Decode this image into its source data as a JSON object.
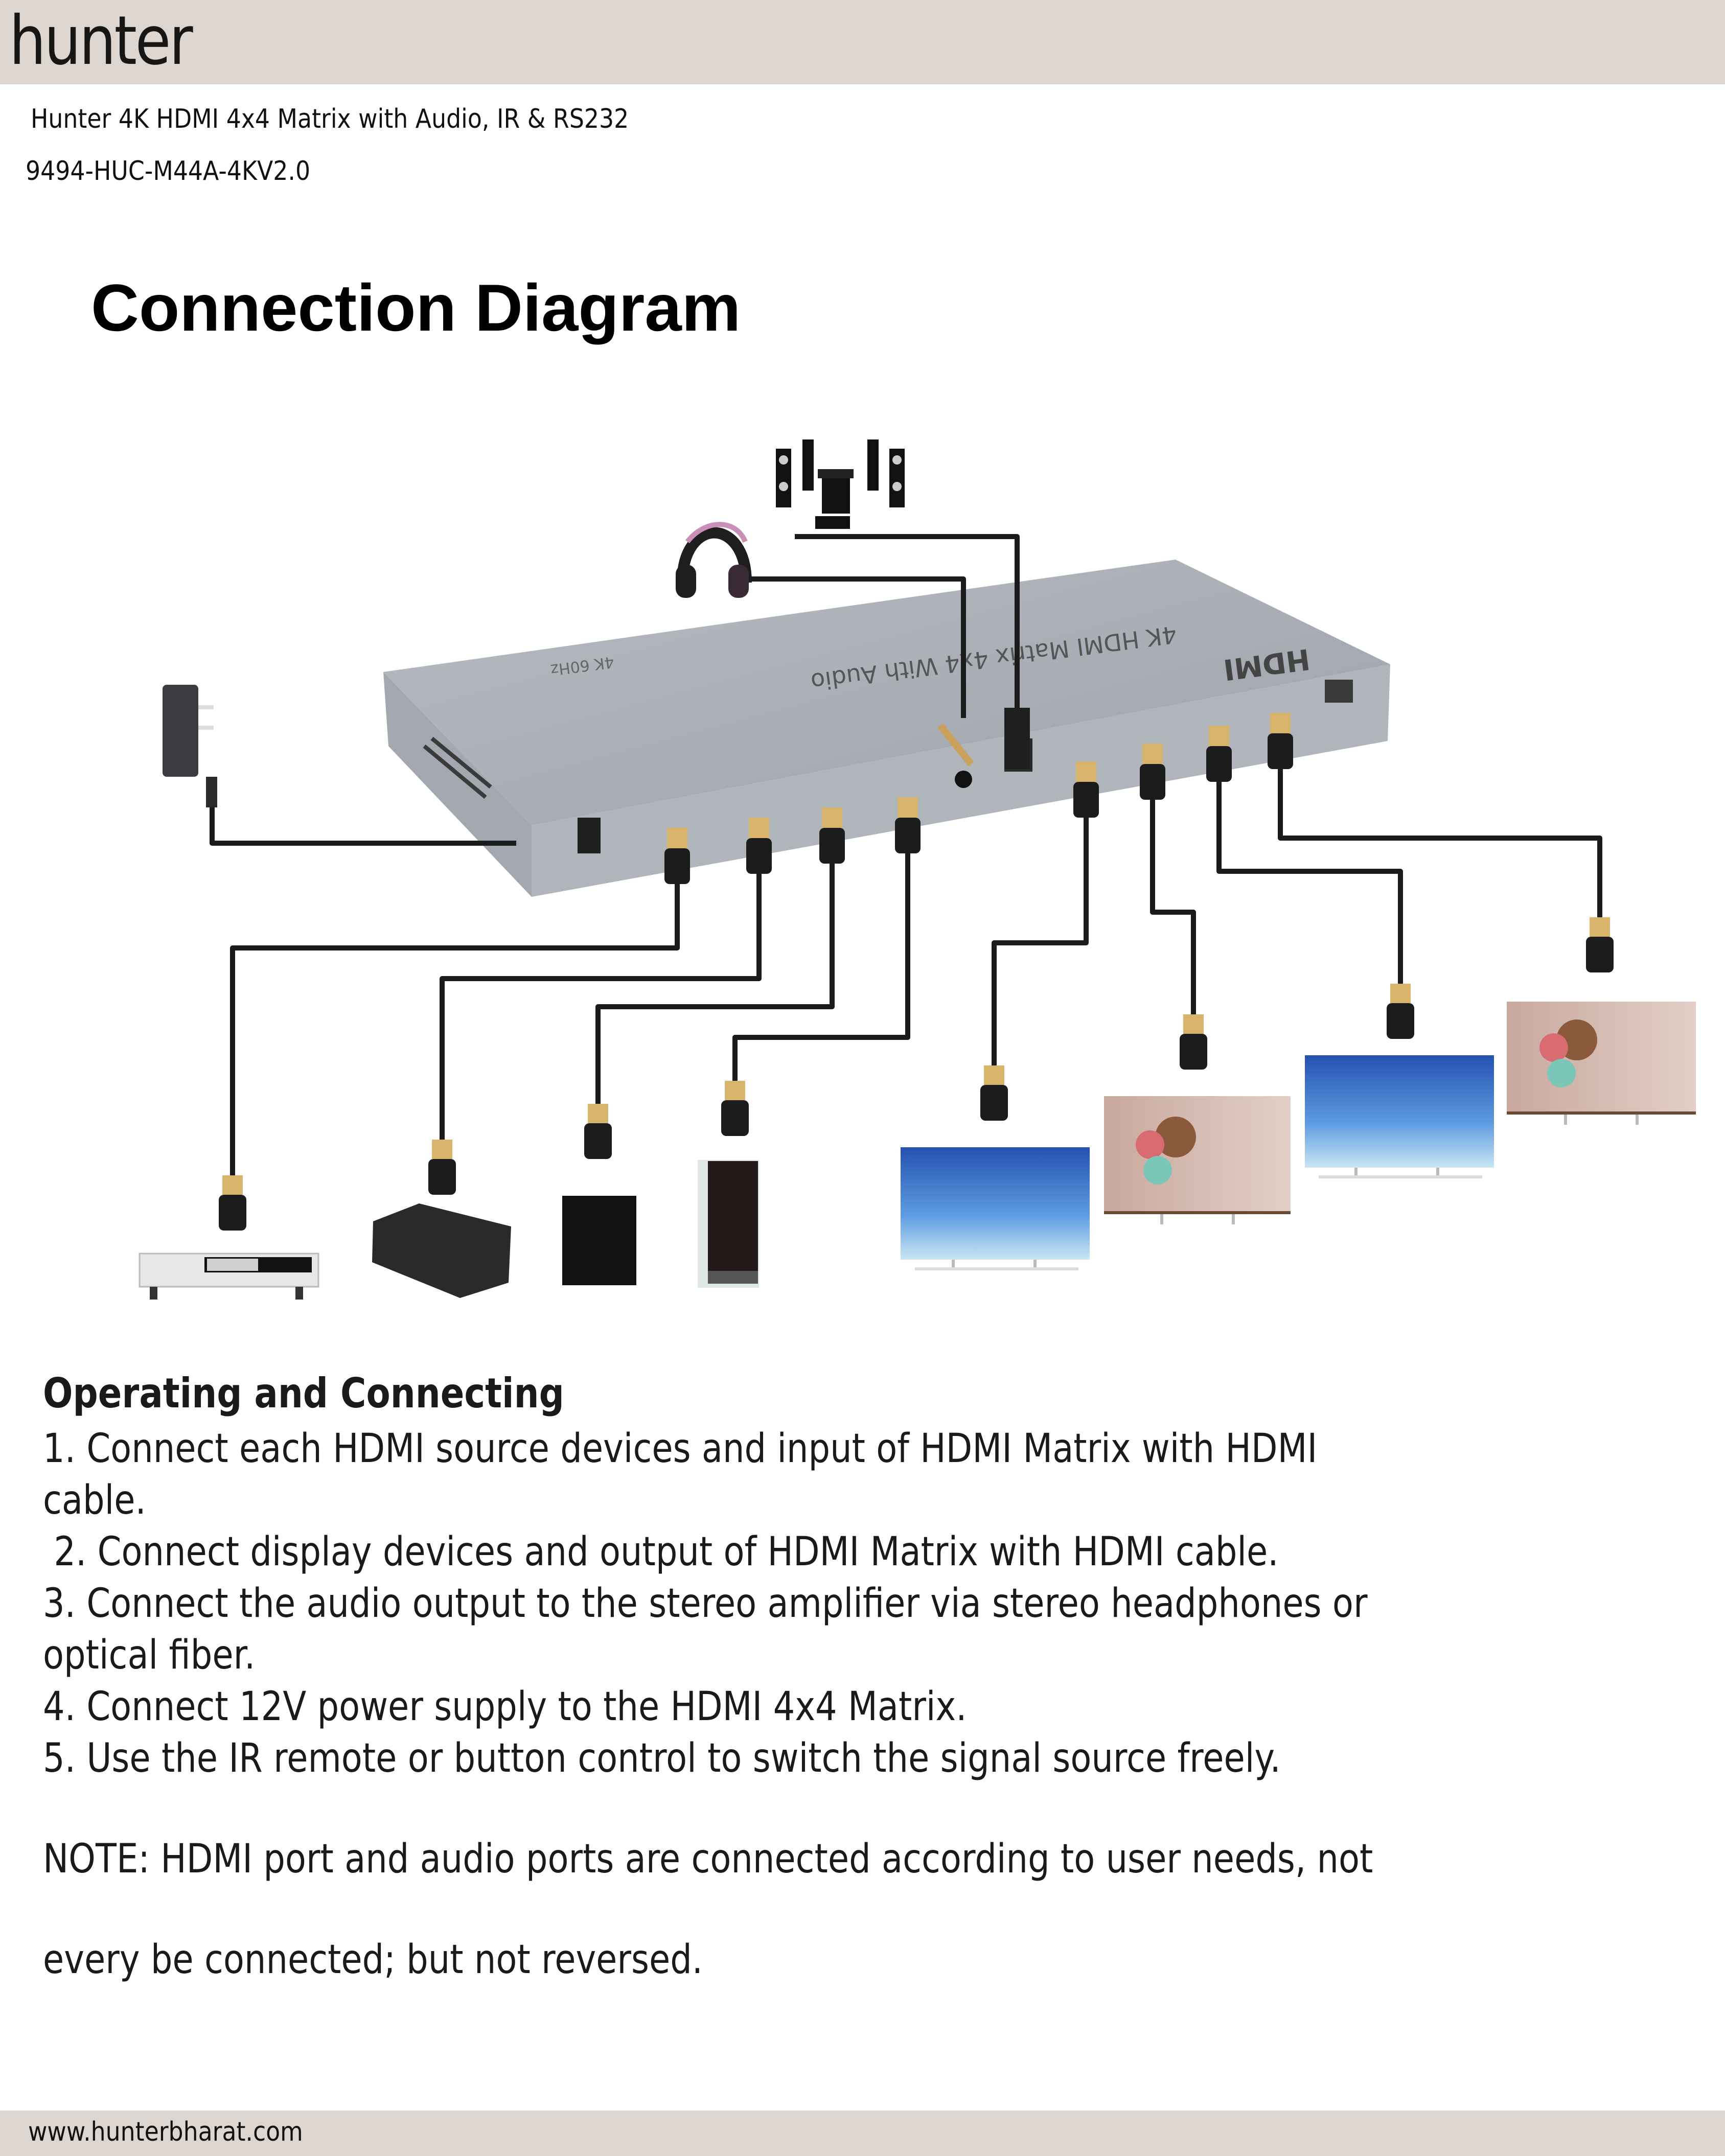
{
  "header": {
    "logo_text": "hunter",
    "background_color": "#ddd6d0"
  },
  "product": {
    "title": "Hunter 4K HDMI 4x4 Matrix with Audio, IR & RS232",
    "code": "9494-HUC-M44A-4KV2.0"
  },
  "page_title": "Connection Diagram",
  "diagram": {
    "device_label": "4K HDMI Matrix 4x4 With Audio",
    "device_sublabel": "4K 60Hz",
    "brand_mark": "HDMI",
    "components": {
      "power_adapter": "power-adapter",
      "headphones": "headphones",
      "speaker_system": "home-theater-speakers",
      "sources": [
        "dvd-player",
        "set-top-box",
        "game-console",
        "desktop-pc"
      ],
      "displays": [
        "tv-sky",
        "tv-coffee",
        "tv-sky",
        "tv-coffee"
      ]
    },
    "colors": {
      "matrix_body": "#a9adb5",
      "cable": "#1b1b1b",
      "connector_gold": "#d8b46a"
    }
  },
  "operating": {
    "title": "Operating and Connecting",
    "lines": [
      "1. Connect each HDMI source devices and input of HDMI Matrix with HDMI",
      "cable.",
      " 2. Connect display devices and output of HDMI Matrix with HDMI cable.",
      "3. Connect the audio output to the stereo amplifier via stereo headphones or",
      "optical fiber.",
      "4. Connect 12V power supply to the HDMI 4x4 Matrix.",
      "5. Use the IR remote or button control to switch the signal source freely."
    ]
  },
  "note": {
    "line1": "NOTE: HDMI port and audio ports are connected according to user needs, not",
    "line2": "every be connected; but not reversed."
  },
  "footer": {
    "url": "www.hunterbharat.com"
  }
}
